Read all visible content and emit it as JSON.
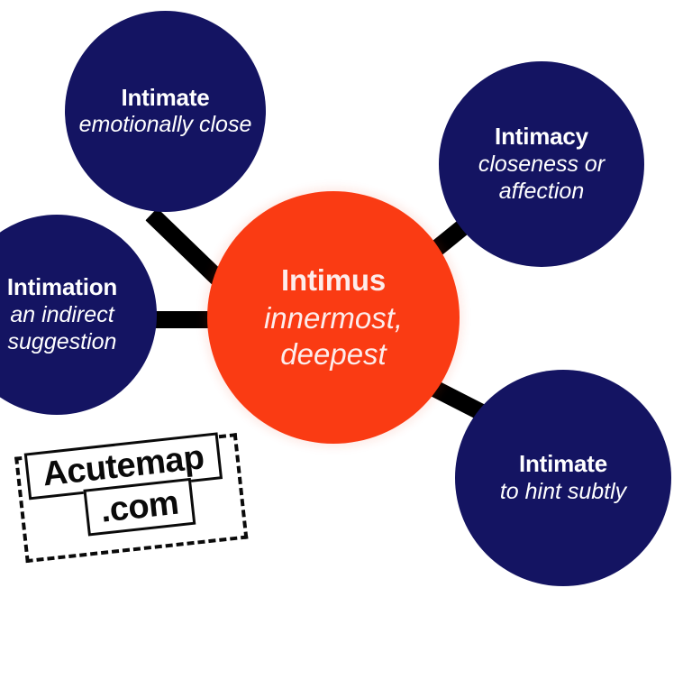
{
  "colors": {
    "background": "#ffffff",
    "center_node": "#FA3B13",
    "branch_node": "#141462",
    "connector": "#000000",
    "node_text": "#ffffff",
    "watermark_ink": "#0a0a0a"
  },
  "diagram": {
    "type": "mind-map",
    "center": {
      "title": "Intimus",
      "description": "innermost, deepest"
    },
    "branches": [
      {
        "id": "top-left",
        "title": "Intimate",
        "description": "emotionally close"
      },
      {
        "id": "top-right",
        "title": "Intimacy",
        "description": "closeness or affection"
      },
      {
        "id": "left",
        "title": "Intimation",
        "description": "an indirect suggestion"
      },
      {
        "id": "bottom-right",
        "title": "Intimate",
        "description": "to hint subtly"
      }
    ]
  },
  "watermark": {
    "name": "Acutemap",
    "tld": ".com"
  }
}
